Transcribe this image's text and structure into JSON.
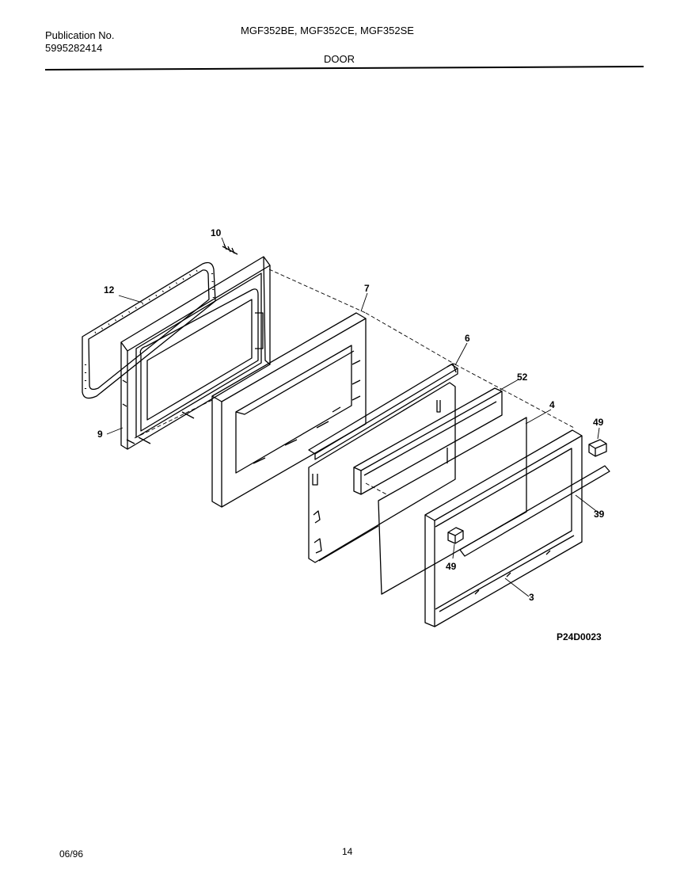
{
  "header": {
    "publication_label": "Publication No.",
    "publication_number": "5995282414",
    "models": "MGF352BE, MGF352CE, MGF352SE",
    "section_title": "DOOR"
  },
  "parts": {
    "p10": "10",
    "p12": "12",
    "p7": "7",
    "p9": "9",
    "p6": "6",
    "p52": "52",
    "p4": "4",
    "p49a": "49",
    "p39": "39",
    "p49b": "49",
    "p3": "3"
  },
  "drawing_code": "P24D0023",
  "footer": {
    "date": "06/96",
    "page": "14"
  }
}
